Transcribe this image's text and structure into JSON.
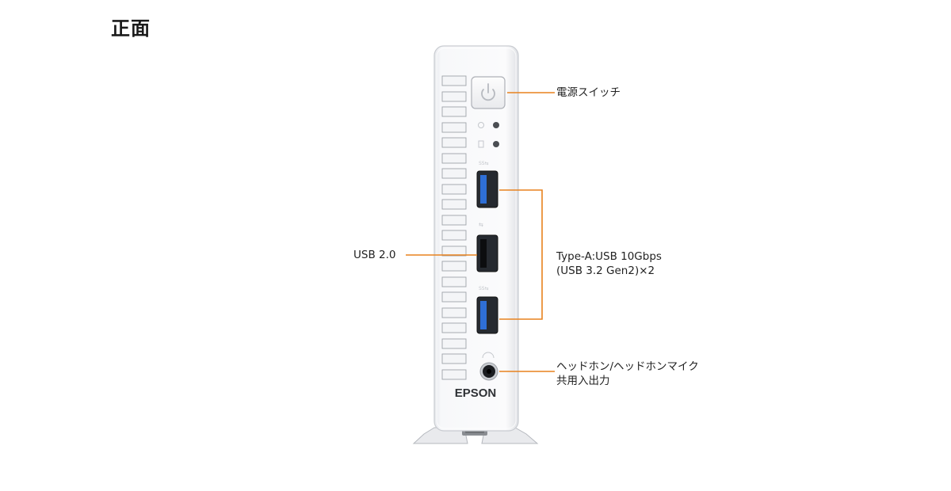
{
  "title": "正面",
  "brand": {
    "logo_text": "EPSON",
    "accent_color": "#e8821e",
    "usb3_port_color": "#2f6fd6"
  },
  "callouts": {
    "power": {
      "text": "電源スイッチ"
    },
    "usb2": {
      "text": "USB 2.0"
    },
    "typea": {
      "line1": "Type-A:USB 10Gbps",
      "line2": "(USB 3.2 Gen2)×2"
    },
    "audio": {
      "line1": "ヘッドホン/ヘッドホンマイク",
      "line2": "共用入出力"
    }
  },
  "port_icons": [
    "power-indicator-icon",
    "storage-indicator-icon",
    "usb-ss-icon",
    "usb-icon",
    "headset-icon"
  ]
}
